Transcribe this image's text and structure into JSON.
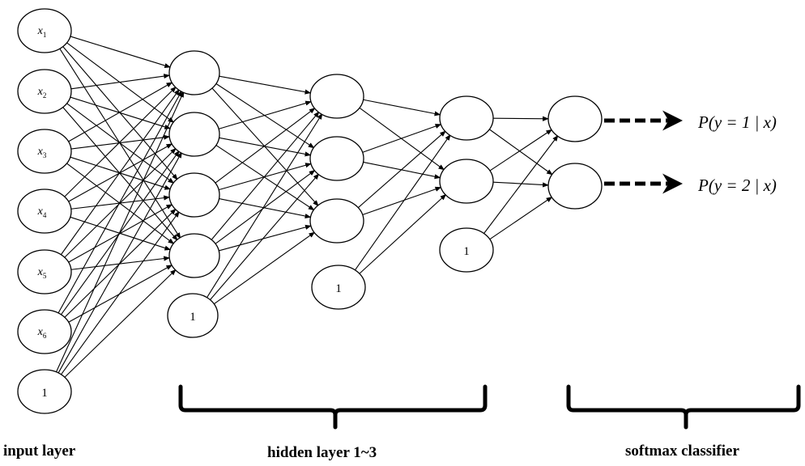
{
  "diagram": {
    "input_nodes": [
      "x1",
      "x2",
      "x3",
      "x4",
      "x5",
      "x6",
      "1"
    ],
    "hidden_layer_1": [
      "",
      "",
      "",
      "",
      "1"
    ],
    "hidden_layer_2": [
      "",
      "",
      "",
      "1"
    ],
    "hidden_layer_3": [
      "",
      "",
      "1"
    ],
    "softmax_nodes": [
      "",
      ""
    ],
    "outputs": [
      "P(y = 1 | x)",
      "P(y = 2 | x)"
    ],
    "labels": {
      "input": "input layer",
      "hidden": "hidden layer 1~3",
      "softmax": "softmax classifier"
    }
  }
}
